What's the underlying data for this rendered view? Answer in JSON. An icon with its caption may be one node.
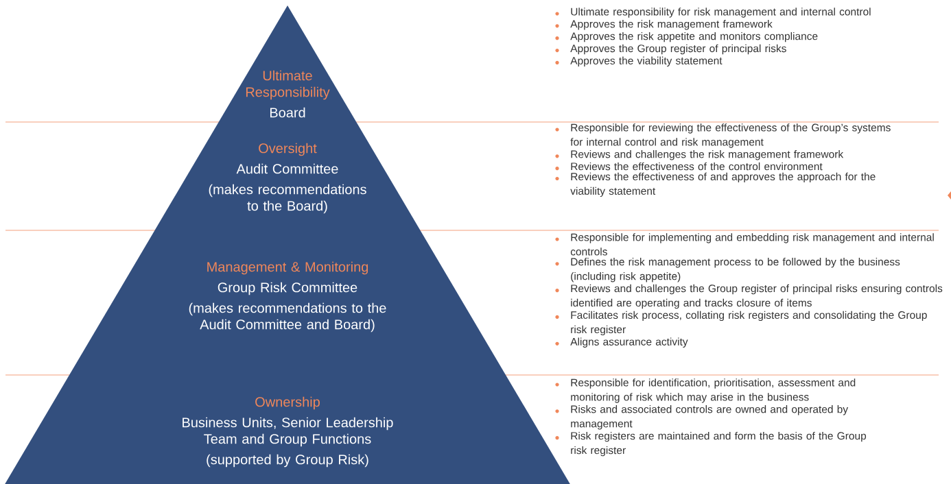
{
  "diagram": {
    "nodes": [
      {
        "text": [
          "Ultimate Responsibility",
          "Board"
        ],
        "beside": [
          "Ultimate responsibility for risk management and internal control",
          "Approves the risk management framework",
          "Approves the risk appetite and monitors compliance",
          "Approves the Group register of principal risks",
          "Approves the viability statement"
        ]
      },
      {
        "text": [
          "Oversight",
          "Audit Committee",
          "(makes recommendations to the Board)"
        ],
        "beside": [
          "Responsible for reviewing the effectiveness of the Group’s systems for internal control and risk management",
          "Reviews and challenges the risk management framework",
          "Reviews the effectiveness of the control environment",
          "Reviews the effectiveness of and approves the approach for the viability statement"
        ]
      },
      {
        "text": [
          "Management & Monitoring",
          "Group Risk Committee",
          "(makes recommendations to the Audit Committee and Board)"
        ],
        "beside": [
          "Responsible for implementing and embedding risk management and internal controls",
          "Defines the risk management process to be followed by the business (including risk appetite)",
          "Reviews and challenges the Group register of principal risks ensuring controls identified are operating and tracks closure of items",
          "Facilitates risk process, collating risk registers and consolidating the Group risk register",
          "Aligns assurance activity"
        ]
      },
      {
        "text": [
          "Ownership",
          "Business Units, Senior Leadership Team and Group Functions",
          "(supported by Group Risk)"
        ],
        "beside": [
          "Responsible for identification, prioritisation, assessment and monitoring of risk which may arise in the business",
          "Risks and associated controls are owned and operated by management",
          "Risk registers are maintained and form the basis of the Group risk register"
        ]
      }
    ]
  }
}
